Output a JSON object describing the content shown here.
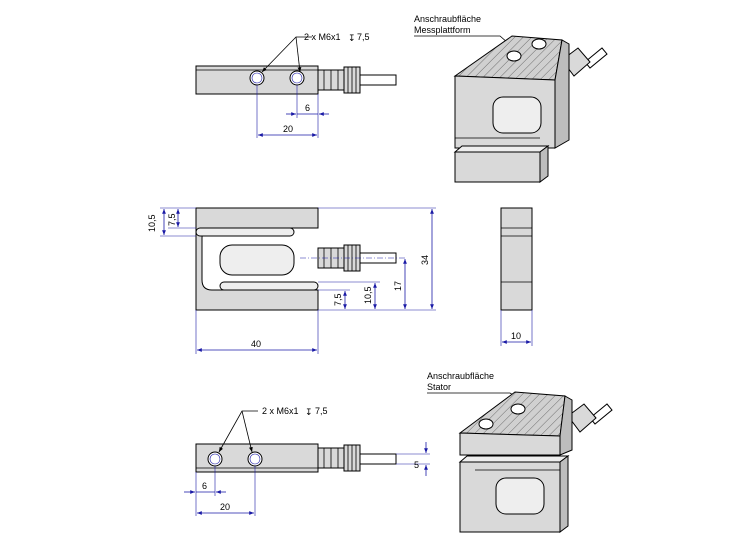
{
  "labels": {
    "thread_spec": "2 x M6x1",
    "depth_symbol": "↧",
    "thread_depth": "7,5",
    "mounting_face_platform_line1": "Anschraubfläche",
    "mounting_face_platform_line2": "Messplattform",
    "mounting_face_stator_line1": "Anschraubfläche",
    "mounting_face_stator_line2": "Stator"
  },
  "dimensions": {
    "top_hole_offset": "6",
    "top_hole_spacing": "20",
    "front_upper_slot_outer": "10,5",
    "front_upper_slot_inner": "7,5",
    "front_height": "34",
    "front_lower_17": "17",
    "front_lower_10_5": "10,5",
    "front_lower_7_5": "7,5",
    "front_width": "40",
    "side_thickness": "10",
    "bottom_hole_offset": "6",
    "bottom_hole_spacing": "20",
    "bottom_cable_offset": "5"
  },
  "colors": {
    "body": "#d9d9d9",
    "dimension_lines": "#1a1aa6",
    "outline": "#000000"
  }
}
